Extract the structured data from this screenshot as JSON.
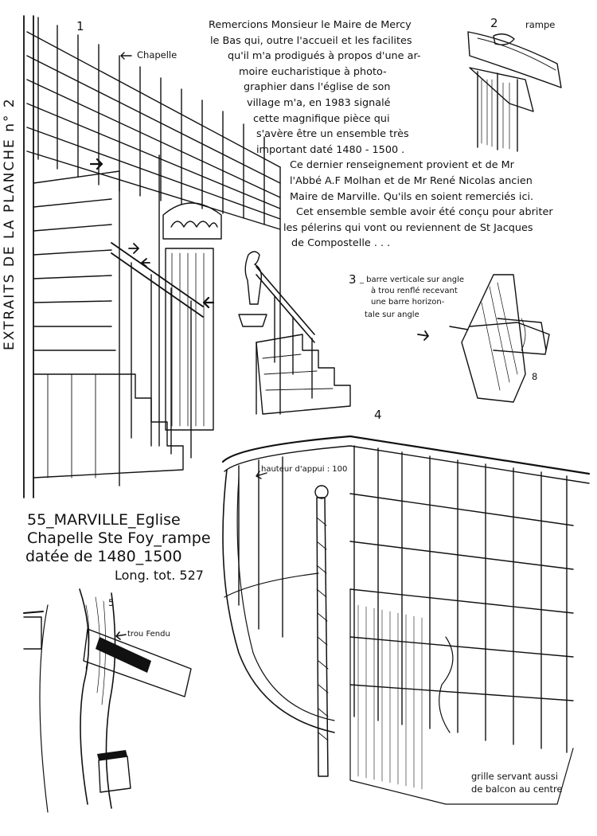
{
  "side_title": "EXTRAITS DE LA PLANCHE n° 2",
  "intro_lines": [
    "Remercions Monsieur le Maire de Mercy",
    "le Bas qui, outre l'accueil et les facilites",
    "qu'il m'a prodigués à propos d'une ar-",
    "moire eucharistique à photo-",
    "graphier dans l'église de son",
    "village m'a, en 1983 signalé",
    "cette magnifique pièce qui",
    "s'avère être un ensemble très",
    "important daté 1480 - 1500 .",
    "Ce dernier renseignement provient et de Mr",
    "l'Abbé A.F Molhan et de Mr René Nicolas ancien",
    "Maire de Marville. Qu'ils en soient remerciés ici.",
    "Cet ensemble semble avoir été conçu pour abriter",
    "les pélerins qui vont ou reviennent de St Jacques",
    "de Compostelle . . ."
  ],
  "sketch1": {
    "number": "1",
    "label": "Chapelle"
  },
  "sketch2": {
    "number": "2",
    "label": "rampe"
  },
  "sketch3": {
    "number": "3",
    "lines": [
      "_ barre verticale sur angle",
      "à trou renflé recevant",
      "une barre horizon-",
      "tale sur angle"
    ],
    "mark": "8"
  },
  "sketch4": {
    "number": "4",
    "label": "hauteur d'appui : 100",
    "note_lines": [
      "grille servant aussi",
      "de balcon au centre"
    ]
  },
  "sketch5": {
    "number": "5",
    "label": "trou Fendu"
  },
  "caption_lines": [
    "55_MARVILLE_Eglise",
    "Chapelle Ste Foy_rampe",
    "datée de 1480_1500",
    "Long. tot. 527"
  ]
}
